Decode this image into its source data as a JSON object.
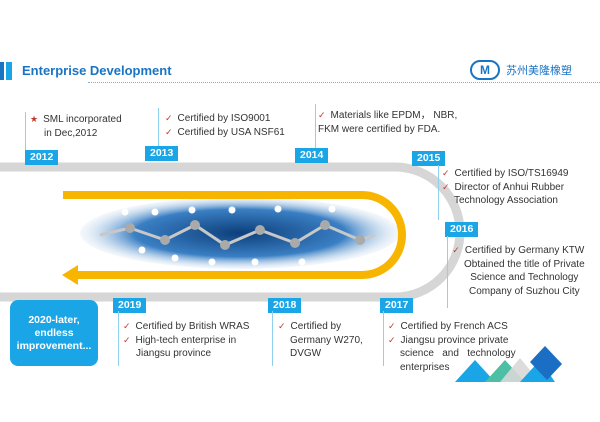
{
  "header": {
    "title": "Enterprise Development",
    "logo_text": "苏州美隆橡塑",
    "logo_mark": "M"
  },
  "milestones": [
    {
      "year": "2012",
      "icon": "star-icon",
      "items": [
        "SML  incorporated",
        "in Dec,2012"
      ]
    },
    {
      "year": "2013",
      "icon": "check-icon",
      "items": [
        "Certified by ISO9001",
        "Certified by USA NSF61"
      ]
    },
    {
      "year": "2014",
      "icon": "check-icon",
      "items": [
        "Materials like EPDM，  NBR,",
        "FKM were certified by FDA."
      ]
    },
    {
      "year": "2015",
      "icon": "check-icon",
      "items": [
        "Certified by ISO/TS16949",
        "Director of Anhui Rubber",
        "Technology Association"
      ]
    },
    {
      "year": "2016",
      "icon": "check-icon",
      "items": [
        "Certified by Germany KTW",
        "Obtained the title of Private",
        "Science   and Technology",
        "Company of Suzhou City"
      ]
    },
    {
      "year": "2017",
      "icon": "check-icon",
      "items": [
        "Certified by French ACS",
        "Jiangsu  province  private",
        "science   and   technology",
        "enterprises"
      ]
    },
    {
      "year": "2018",
      "icon": "check-icon",
      "items": [
        "Certified by",
        "Germany W270,",
        "DVGW"
      ]
    },
    {
      "year": "2019",
      "icon": "check-icon",
      "items": [
        "Certified by British WRAS",
        "High-tech enterprise in",
        "Jiangsu province"
      ]
    }
  ],
  "future": {
    "l1": "2020-later,",
    "l2": "endless",
    "l3": "improvement..."
  },
  "symbols": {
    "star": "★",
    "check": "✓"
  },
  "colors": {
    "accent": "#1aa6e6",
    "title": "#1a74c4",
    "arrow": "#f8b500",
    "track": "#d6d6d6"
  }
}
